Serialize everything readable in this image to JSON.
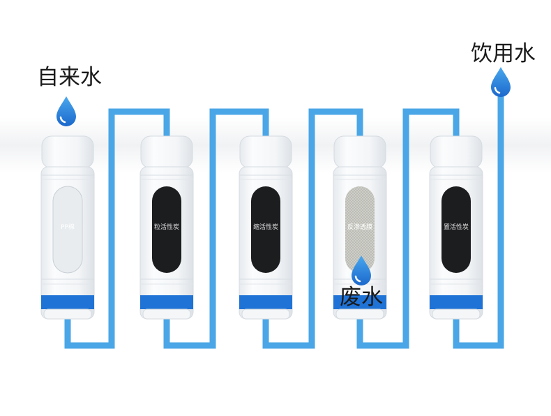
{
  "labels": {
    "source": "自来水",
    "output": "饮用水",
    "waste": "废水"
  },
  "filters": [
    {
      "label": "PP棉",
      "window_color": "#e8ecef",
      "label_color": "#ffffff"
    },
    {
      "label": "粒活性炭",
      "window_color": "#1c1d1f",
      "label_color": "#e4e4e4"
    },
    {
      "label": "缩活性炭",
      "window_color": "#1c1d1f",
      "label_color": "#e4e4e4"
    },
    {
      "label": "反渗透膜",
      "window_color": "#b9b9b2",
      "label_color": "#ffffff"
    },
    {
      "label": "置活性炭",
      "window_color": "#1c1d1f",
      "label_color": "#e4e4e4"
    }
  ],
  "colors": {
    "pipe": "#4aa6e6",
    "band": "#1f73d6",
    "drop": "#2a8ae0"
  }
}
